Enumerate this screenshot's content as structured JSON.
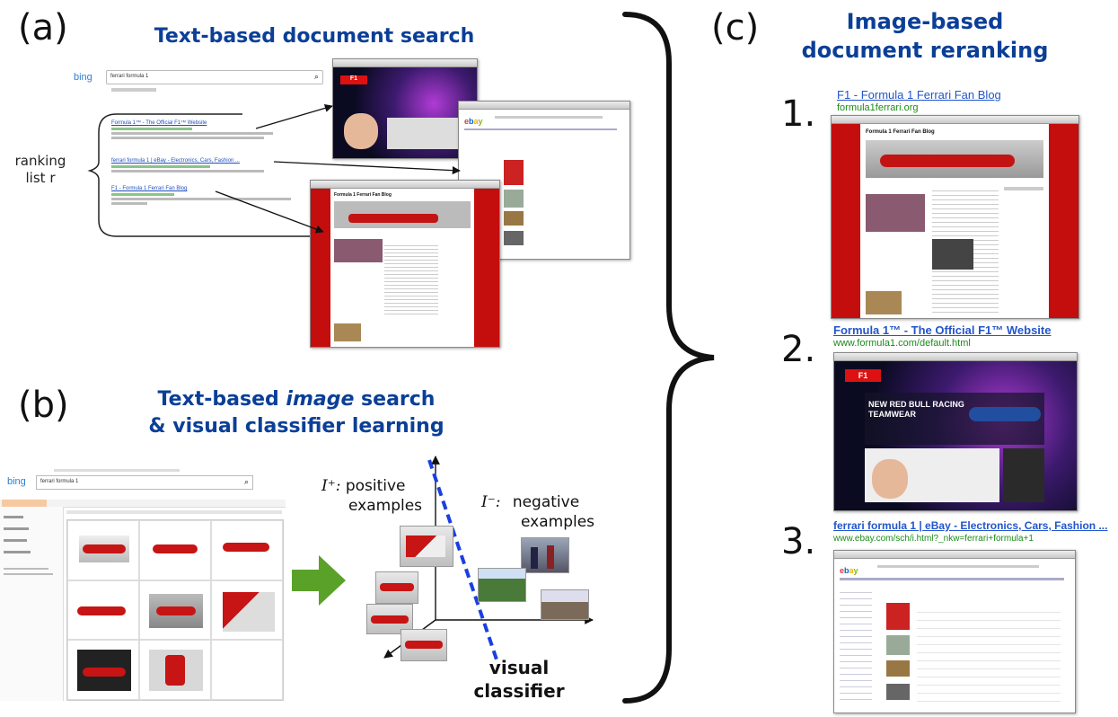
{
  "panel_a": {
    "letter": "(a)",
    "title": "Text-based document search",
    "search_logo": "bing",
    "search_query": "ferrari formula 1",
    "ranking_label_1": "ranking",
    "ranking_label_2": "list r",
    "results": [
      {
        "title": "Formula 1™ - The Official F1™ Website"
      },
      {
        "title": "ferrari formula 1 | eBay - Electronics, Cars, Fashion ..."
      },
      {
        "title": "F1 - Formula 1 Ferrari Fan Blog"
      }
    ],
    "blog_page_title": "Formula 1 Ferrari Fan Blog"
  },
  "panel_b": {
    "letter": "(b)",
    "title_line1_pre": "Text-based ",
    "title_line1_em": "image",
    "title_line1_post": " search",
    "title_line2": "& visual classifier learning",
    "search_logo": "bing",
    "search_query": "ferrari formula 1",
    "positive_symbol": "I⁺:",
    "positive_label_1": "positive",
    "positive_label_2": "examples",
    "negative_symbol": "I⁻:",
    "negative_label_1": "negative",
    "negative_label_2": "examples",
    "classifier_label_1": "visual",
    "classifier_label_2": "classifier"
  },
  "panel_c": {
    "letter": "(c)",
    "title_line1": "Image-based",
    "title_line2": "document reranking",
    "results": [
      {
        "rank": "1.",
        "title": "F1 - Formula 1 Ferrari Fan Blog",
        "url": "formula1ferrari.org"
      },
      {
        "rank": "2.",
        "title": "Formula 1™ - The Official F1™ Website",
        "url": "www.formula1.com/default.html"
      },
      {
        "rank": "3.",
        "title": "ferrari formula 1 | eBay - Electronics, Cars, Fashion ...",
        "url": "www.ebay.com/sch/i.html?_nkw=ferrari+formula+1"
      }
    ],
    "blog_page_title": "Formula 1 Ferrari Fan Blog",
    "f1_headline_1": "NEW RED BULL RACING",
    "f1_headline_2": "TEAMWEAR"
  },
  "colors": {
    "title_blue": "#0b3f97",
    "link_blue": "#2255cc",
    "url_green": "#1b8a1b",
    "page_red": "#c40d0d",
    "arrow_green": "#5aa12a",
    "classifier_blue": "#1a3fe0"
  }
}
